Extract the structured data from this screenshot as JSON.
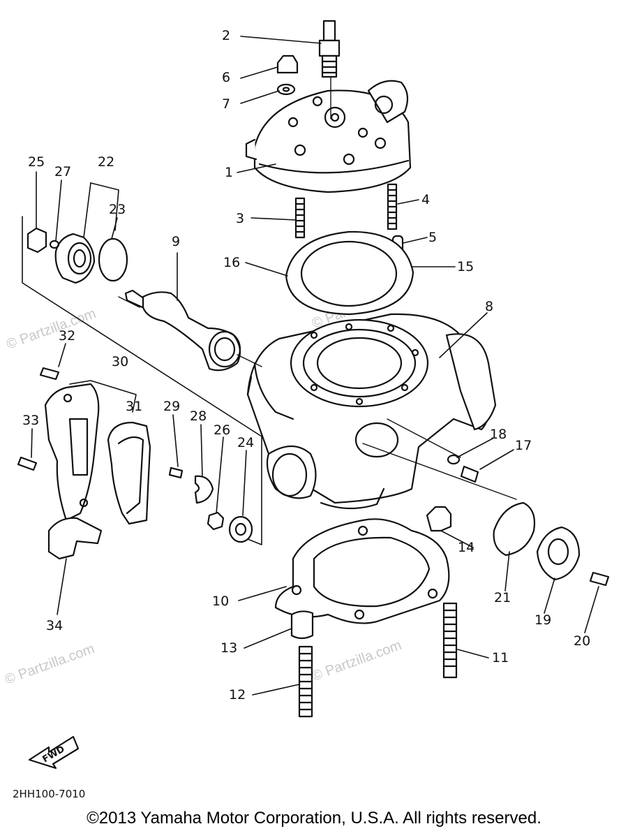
{
  "diagram": {
    "callouts": [
      "1",
      "2",
      "3",
      "4",
      "5",
      "6",
      "7",
      "8",
      "9",
      "10",
      "11",
      "12",
      "13",
      "14",
      "15",
      "16",
      "17",
      "18",
      "19",
      "20",
      "21",
      "22",
      "23",
      "24",
      "25",
      "26",
      "27",
      "28",
      "29",
      "30",
      "31",
      "32",
      "33",
      "34"
    ],
    "direction_arrow_label": "FWD",
    "part_code": "2HH100-7010",
    "watermark": "© Partzilla.com"
  },
  "footer": {
    "copyright": "©2013  Yamaha Motor Corporation, U.S.A. All rights reserved."
  }
}
